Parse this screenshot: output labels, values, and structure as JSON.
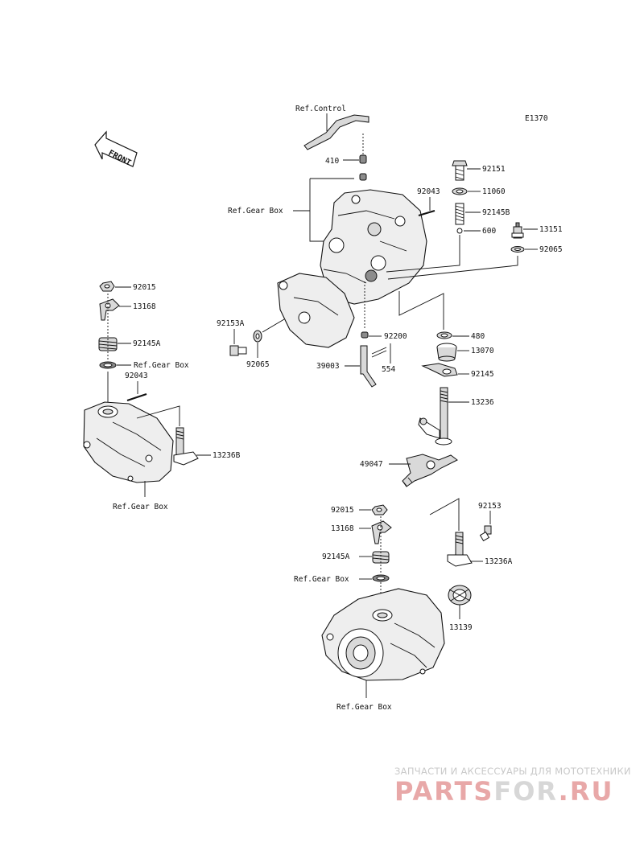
{
  "diagram": {
    "code": "E1370",
    "front_label": "FRONT",
    "labels": {
      "ref_control": "Ref.Control",
      "p410": "410",
      "ref_gear_box_top": "Ref.Gear Box",
      "p92043_top": "92043",
      "p92151": "92151",
      "p11060": "11060",
      "p92145B": "92145B",
      "p600": "600",
      "p13151": "13151",
      "p92065_right": "92065",
      "p92015_left": "92015",
      "p13168_left": "13168",
      "p92145A_left": "92145A",
      "ref_gear_box_left": "Ref.Gear Box",
      "p92043_left": "92043",
      "p92153A": "92153A",
      "p92065_left": "92065",
      "p92200": "92200",
      "p39003": "39003",
      "p554": "554",
      "p480": "480",
      "p13070": "13070",
      "p92145": "92145",
      "p13236": "13236",
      "p13236B": "13236B",
      "ref_gear_box_lower_left": "Ref.Gear Box",
      "p49047": "49047",
      "p92015_bottom": "92015",
      "p13168_bottom": "13168",
      "p92145A_bottom": "92145A",
      "ref_gear_box_bottom_mid": "Ref.Gear Box",
      "p92153": "92153",
      "p13236A": "13236A",
      "p13139": "13139",
      "ref_gear_box_bottom": "Ref.Gear Box"
    }
  },
  "watermark": {
    "tagline": "ЗАПЧАСТИ И АКСЕССУАРЫ ДЛЯ МОТОТЕХНИКИ",
    "brand_part1": "PARTS",
    "brand_part2": "FOR",
    "brand_part3": ".RU",
    "color_primary": "#e8a8a8",
    "color_secondary": "#d7d7d7"
  }
}
